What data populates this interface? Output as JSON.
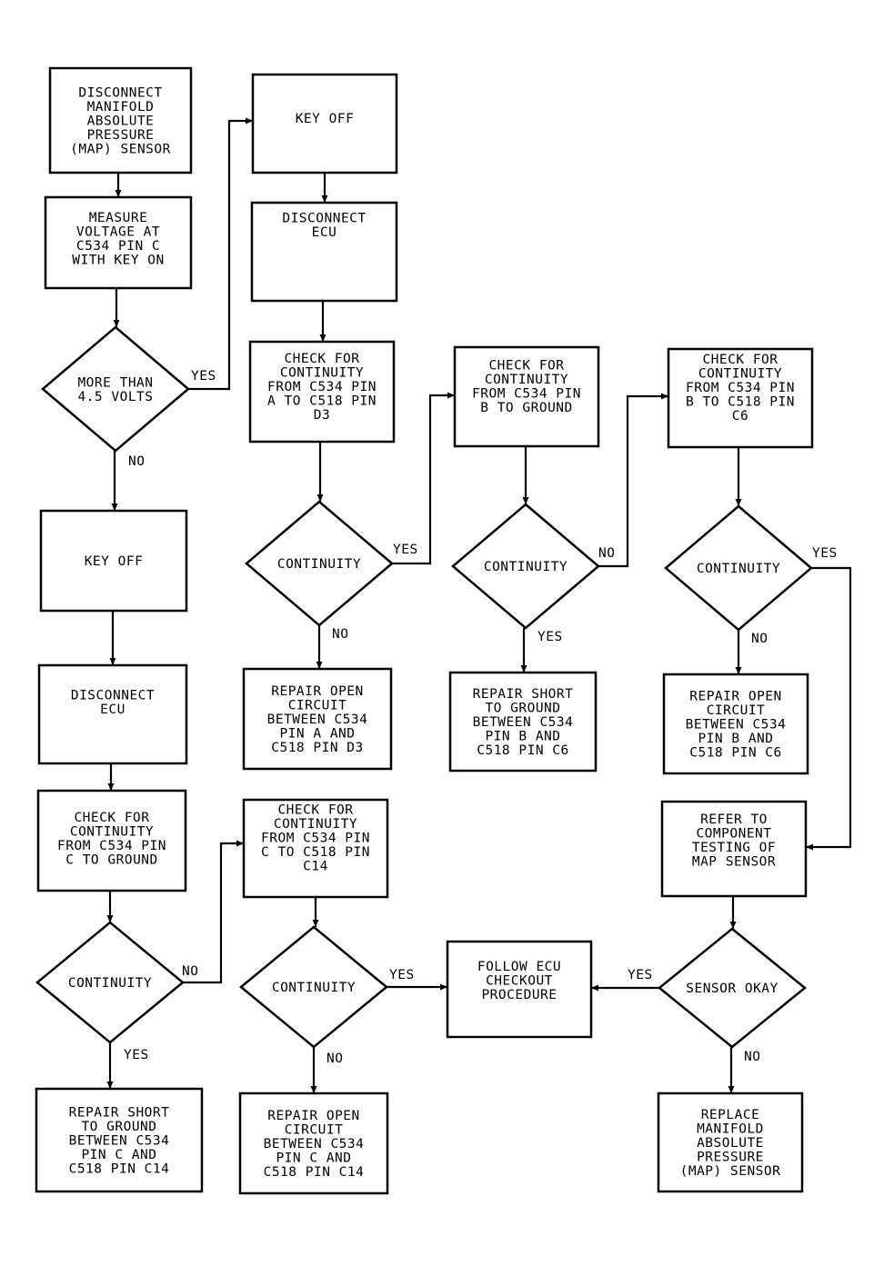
{
  "nodes": {
    "disconnect_map_sensor": [
      "DISCONNECT",
      "MANIFOLD",
      "ABSOLUTE",
      "PRESSURE",
      "(MAP) SENSOR"
    ],
    "measure_voltage": [
      "MEASURE",
      "VOLTAGE AT",
      "C534 PIN C",
      "WITH KEY ON"
    ],
    "more_than_4_5_volts": [
      "MORE THAN",
      "4.5 VOLTS"
    ],
    "key_off_left": [
      "KEY OFF"
    ],
    "disconnect_ecu_left": [
      "DISCONNECT",
      "ECU"
    ],
    "check_c_ground": [
      "CHECK FOR",
      "CONTINUITY",
      "FROM C534 PIN",
      "C TO GROUND"
    ],
    "continuity_c_ground": [
      "CONTINUITY"
    ],
    "repair_short_c": [
      "REPAIR SHORT",
      "TO GROUND",
      "BETWEEN C534",
      "PIN C AND",
      "C518 PIN C14"
    ],
    "key_off_top": [
      "KEY OFF"
    ],
    "disconnect_ecu_top": [
      "DISCONNECT",
      "ECU"
    ],
    "check_a_d3": [
      "CHECK FOR",
      "CONTINUITY",
      "FROM C534 PIN",
      "A TO C518 PIN",
      "D3"
    ],
    "continuity_a_d3": [
      "CONTINUITY"
    ],
    "repair_open_a": [
      "REPAIR OPEN",
      "CIRCUIT",
      "BETWEEN C534",
      "PIN A AND",
      "C518 PIN D3"
    ],
    "check_b_ground": [
      "CHECK FOR",
      "CONTINUITY",
      "FROM C534 PIN",
      "B TO GROUND"
    ],
    "continuity_b_ground": [
      "CONTINUITY"
    ],
    "repair_short_b": [
      "REPAIR SHORT",
      "TO GROUND",
      "BETWEEN C534",
      "PIN B AND",
      "C518 PIN C6"
    ],
    "check_b_c6": [
      "CHECK FOR",
      "CONTINUITY",
      "FROM C534 PIN",
      "B TO C518 PIN",
      "C6"
    ],
    "continuity_b_c6": [
      "CONTINUITY"
    ],
    "repair_open_b": [
      "REPAIR OPEN",
      "CIRCUIT",
      "BETWEEN C534",
      "PIN B AND",
      "C518 PIN C6"
    ],
    "refer_component": [
      "REFER TO",
      "COMPONENT",
      "TESTING OF",
      "MAP SENSOR"
    ],
    "sensor_okay": [
      "SENSOR OKAY"
    ],
    "replace_map": [
      "REPLACE",
      "MANIFOLD",
      "ABSOLUTE",
      "PRESSURE",
      "(MAP) SENSOR"
    ],
    "check_c_c14": [
      "CHECK FOR",
      "CONTINUITY",
      "FROM C534 PIN",
      "C TO C518 PIN",
      "C14"
    ],
    "continuity_c_c14": [
      "CONTINUITY"
    ],
    "repair_open_c": [
      "REPAIR OPEN",
      "CIRCUIT",
      "BETWEEN C534",
      "PIN C AND",
      "C518 PIN C14"
    ],
    "follow_ecu": [
      "FOLLOW ECU",
      "CHECKOUT",
      "PROCEDURE"
    ]
  },
  "edge_labels": {
    "volts_yes": "YES",
    "volts_no": "NO",
    "cont_a_yes": "YES",
    "cont_a_no": "NO",
    "cont_b_ground_no": "NO",
    "cont_b_ground_yes": "YES",
    "cont_b_c6_yes": "YES",
    "cont_b_c6_no": "NO",
    "cont_c_ground_no": "NO",
    "cont_c_ground_yes": "YES",
    "cont_c_c14_yes": "YES",
    "cont_c_c14_no": "NO",
    "sensor_yes": "YES",
    "sensor_no": "NO"
  }
}
